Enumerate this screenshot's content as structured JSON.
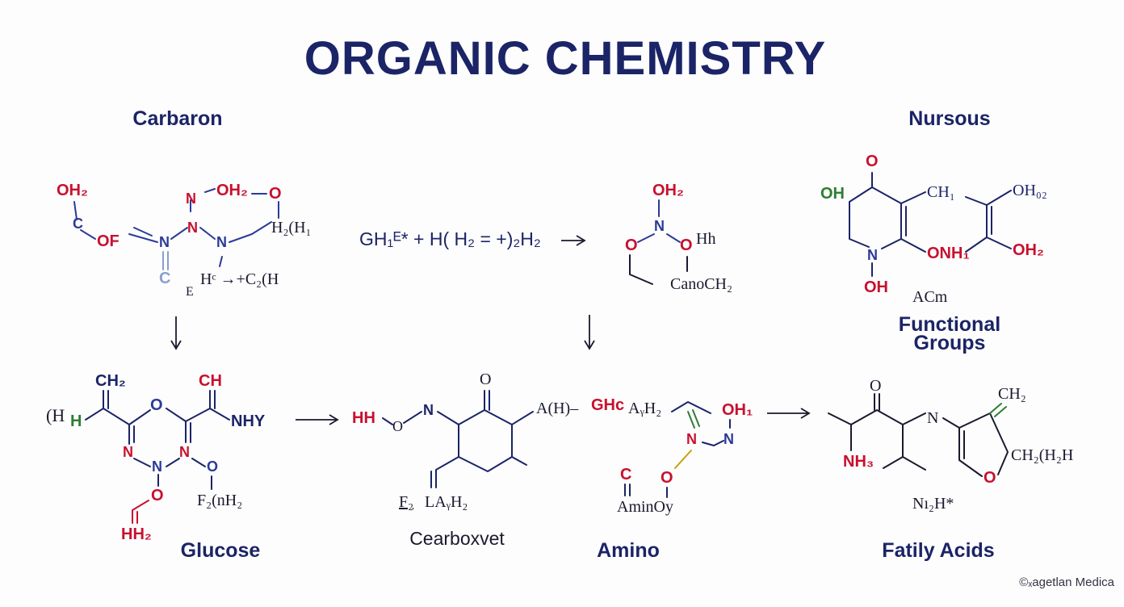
{
  "title": "ORGANIC CHEMISTRY",
  "labels": {
    "carbon": "Carbaron",
    "nursous": "Nursous",
    "functional_line1": "Functional",
    "functional_line2": "Groups",
    "glucose": "Glucose",
    "carboxyl": "Cearboxvet",
    "amino": "Amino",
    "fatty": "Fatily Acids"
  },
  "reaction": {
    "equation": "GH₁ᴱ* + H( H₂ = +)₂H₂",
    "arrow": "→"
  },
  "mol_carbon": {
    "oh2": "OH₂",
    "c": "C",
    "of": "OF",
    "n1": "N",
    "n2": "N",
    "n3": "N",
    "n4": "N",
    "oh2b": "OH₂",
    "o": "O",
    "h2h1": "H₂(H₁",
    "c2": "C",
    "e": "E",
    "hc": "Hᶜ →+C₂(H"
  },
  "mol_middle_top": {
    "oh2": "OH₂",
    "n": "N",
    "o1": "O",
    "o2": "O",
    "hh": "Hh",
    "canoch2": "CanoCH₂"
  },
  "mol_nursous": {
    "o_top": "O",
    "oh": "OH",
    "ch1": "CH₁",
    "oh02": "OH₀₂",
    "n": "N",
    "onh1": "ONH₁",
    "oh2": "OH₂",
    "oh_bottom": "OH",
    "acm": "ACm"
  },
  "mol_glucose": {
    "ch2": "CH₂",
    "ch": "CH",
    "h_left": "(H",
    "h_green": "H",
    "o": "O",
    "nhy": "NHY",
    "n1": "N",
    "n2": "N",
    "n3": "N",
    "o_small": "O",
    "o_red": "O",
    "hh2": "HH₂",
    "f2nh2": "F₂(nH₂"
  },
  "mol_carboxyl": {
    "hh": "HH",
    "o_small": "O",
    "n": "N",
    "o_top": "O",
    "ah": "A(H)–",
    "ghc": "GHc",
    "ah2": "AᵧH₂",
    "f2": "F₂",
    "lah2": "LAᵧH₂"
  },
  "mol_amino": {
    "oh1": "OH₁",
    "n_red": "N",
    "n_blue": "N",
    "c": "C",
    "o": "O",
    "aminoy": "AminOy"
  },
  "mol_fatty": {
    "o": "O",
    "n": "N",
    "ch2": "CH₂",
    "nh3": "NH₃",
    "o_red": "O",
    "ch2h2h": "CH₂(H₂H",
    "nh2h": "Nı₂H*"
  },
  "footer": "©ₓagetlan Medica",
  "colors": {
    "navy": "#1b2466",
    "red": "#c8102e",
    "blue": "#2b3a98",
    "green": "#2e7d32",
    "dark": "#1a1a2e"
  }
}
